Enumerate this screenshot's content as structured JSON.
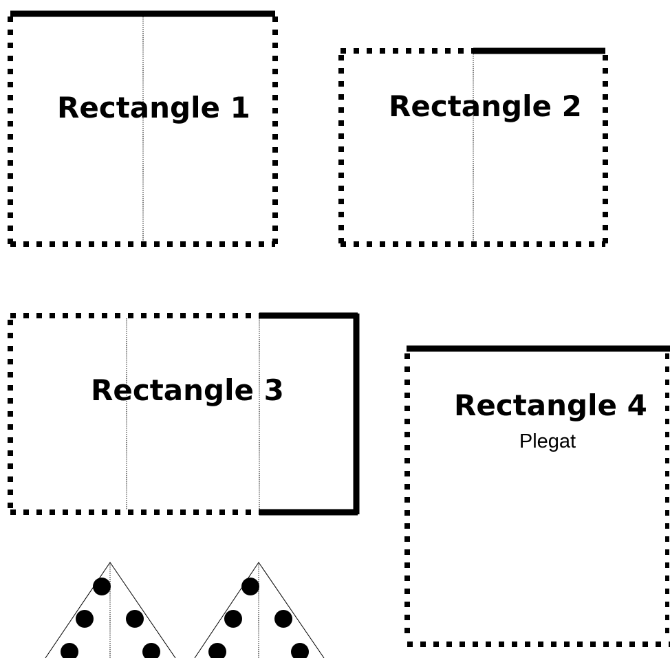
{
  "labels": {
    "rect1": "Rectangle 1",
    "rect2": "Rectangle 2",
    "rect3": "Rectangle 3",
    "rect4": "Rectangle 4",
    "rect4_sub": "Plegat"
  },
  "colors": {
    "ink": "#000000",
    "paper": "#ffffff"
  }
}
